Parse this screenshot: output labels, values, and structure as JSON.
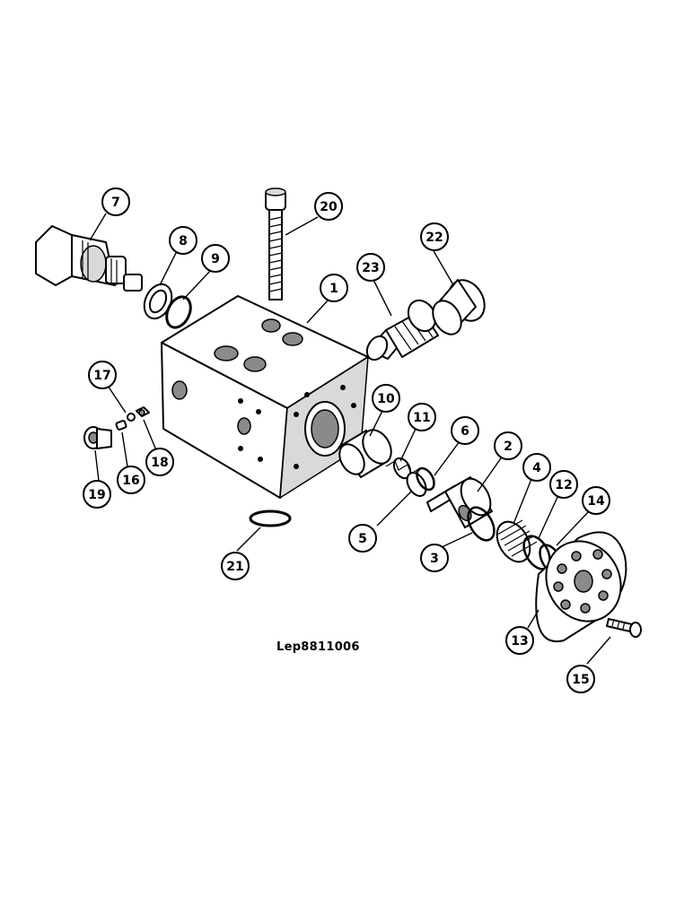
{
  "reference_code": "Lep8811006",
  "callouts": {
    "c1": "1",
    "c2": "2",
    "c3": "3",
    "c4": "4",
    "c5": "5",
    "c6": "6",
    "c7": "7",
    "c8": "8",
    "c9": "9",
    "c10": "10",
    "c11": "11",
    "c12": "12",
    "c13": "13",
    "c14": "14",
    "c15": "15",
    "c16": "16",
    "c17": "17",
    "c18": "18",
    "c19": "19",
    "c20": "20",
    "c21": "21",
    "c22": "22",
    "c23": "23"
  }
}
